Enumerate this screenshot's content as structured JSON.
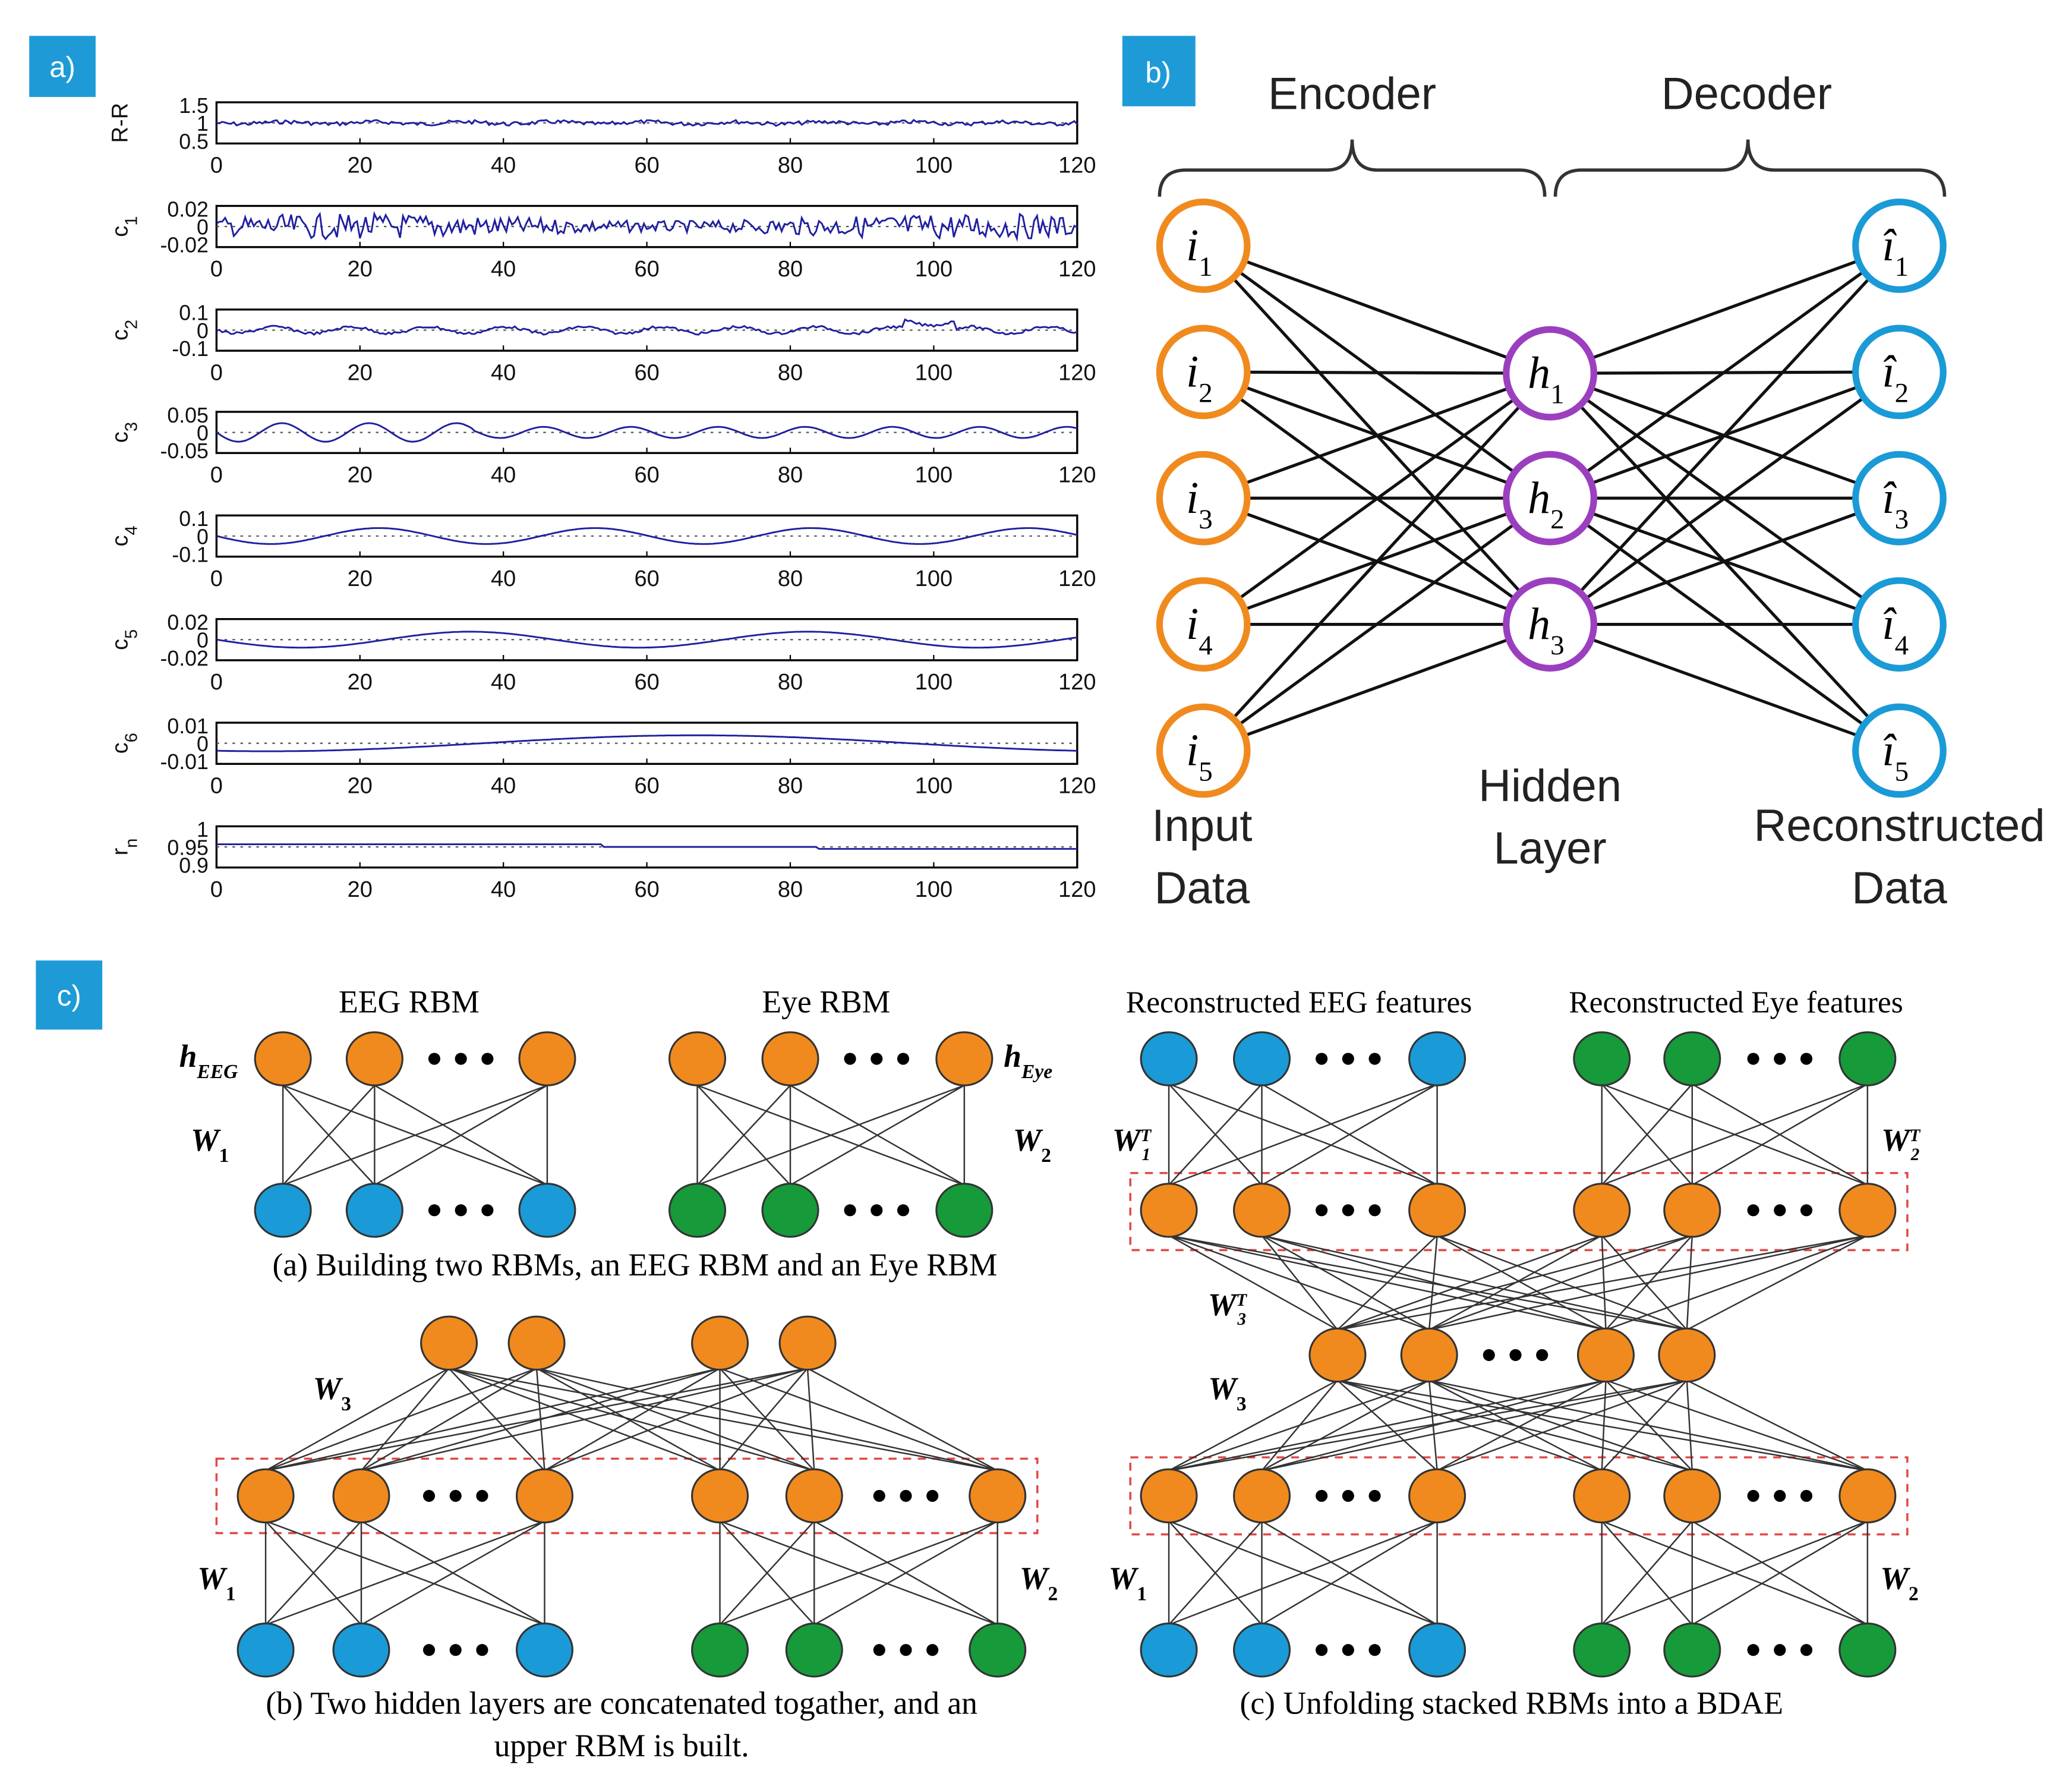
{
  "panel_labels": [
    "a)",
    "b)",
    "c)"
  ],
  "colors": {
    "badge": "#1e9bd7",
    "orange": "#f08a1e",
    "blue": "#1a9ad6",
    "green": "#169a3a",
    "purple": "#9b3fbf",
    "trace": "#1f1fa0",
    "dashed_box": "#e04a4a"
  },
  "panel_a": {
    "x_ticks": [
      "0",
      "20",
      "40",
      "60",
      "80",
      "100",
      "120"
    ],
    "rows": [
      {
        "label": "R-R",
        "ticks": [
          "1.5",
          "1",
          "0.5"
        ]
      },
      {
        "label": "c",
        "sub": "1",
        "ticks": [
          "0.02",
          "0",
          "-0.02"
        ]
      },
      {
        "label": "c",
        "sub": "2",
        "ticks": [
          "0.1",
          "0",
          "-0.1"
        ]
      },
      {
        "label": "c",
        "sub": "3",
        "ticks": [
          "0.05",
          "0",
          "-0.05"
        ]
      },
      {
        "label": "c",
        "sub": "4",
        "ticks": [
          "0.1",
          "0",
          "-0.1"
        ]
      },
      {
        "label": "c",
        "sub": "5",
        "ticks": [
          "0.02",
          "0",
          "-0.02"
        ]
      },
      {
        "label": "c",
        "sub": "6",
        "ticks": [
          "0.01",
          "0",
          "-0.01"
        ]
      },
      {
        "label": "r",
        "sub": "n",
        "ticks": [
          "1",
          "0.95",
          "0.9"
        ]
      }
    ]
  },
  "panel_b": {
    "encoder": "Encoder",
    "decoder": "Decoder",
    "input_nodes": [
      {
        "base": "i",
        "sub": "1"
      },
      {
        "base": "i",
        "sub": "2"
      },
      {
        "base": "i",
        "sub": "3"
      },
      {
        "base": "i",
        "sub": "4"
      },
      {
        "base": "i",
        "sub": "5"
      }
    ],
    "hidden_nodes": [
      {
        "base": "h",
        "sub": "1"
      },
      {
        "base": "h",
        "sub": "2"
      },
      {
        "base": "h",
        "sub": "3"
      }
    ],
    "output_nodes": [
      {
        "base": "î",
        "sub": "1"
      },
      {
        "base": "î",
        "sub": "2"
      },
      {
        "base": "î",
        "sub": "3"
      },
      {
        "base": "î",
        "sub": "4"
      },
      {
        "base": "î",
        "sub": "5"
      }
    ],
    "input_label": [
      "Input",
      "Data"
    ],
    "hidden_label": [
      "Hidden",
      "Layer"
    ],
    "output_label": [
      "Reconstructed",
      "Data"
    ]
  },
  "panel_c": {
    "eeg_rbm": "EEG RBM",
    "eye_rbm": "Eye RBM",
    "h_eeg": {
      "base": "h",
      "sub": "EEG"
    },
    "h_eye": {
      "base": "h",
      "sub": "Eye"
    },
    "w1": {
      "base": "W",
      "sub": "1"
    },
    "w2": {
      "base": "W",
      "sub": "2"
    },
    "w3": {
      "base": "W",
      "sub": "3"
    },
    "w1t": {
      "base": "W",
      "sub": "1",
      "sup": "T"
    },
    "w2t": {
      "base": "W",
      "sub": "2",
      "sup": "T"
    },
    "w3t": {
      "base": "W",
      "sub": "3",
      "sup": "T"
    },
    "caption_a": "(a) Building two RBMs, an EEG RBM and an Eye RBM",
    "caption_b_line1": "(b) Two hidden layers are concatenated togather, and an",
    "caption_b_line2": "upper RBM is built.",
    "caption_c": "(c) Unfolding stacked RBMs into a BDAE",
    "recon_eeg": "Reconstructed EEG features",
    "recon_eye": "Reconstructed Eye features"
  }
}
